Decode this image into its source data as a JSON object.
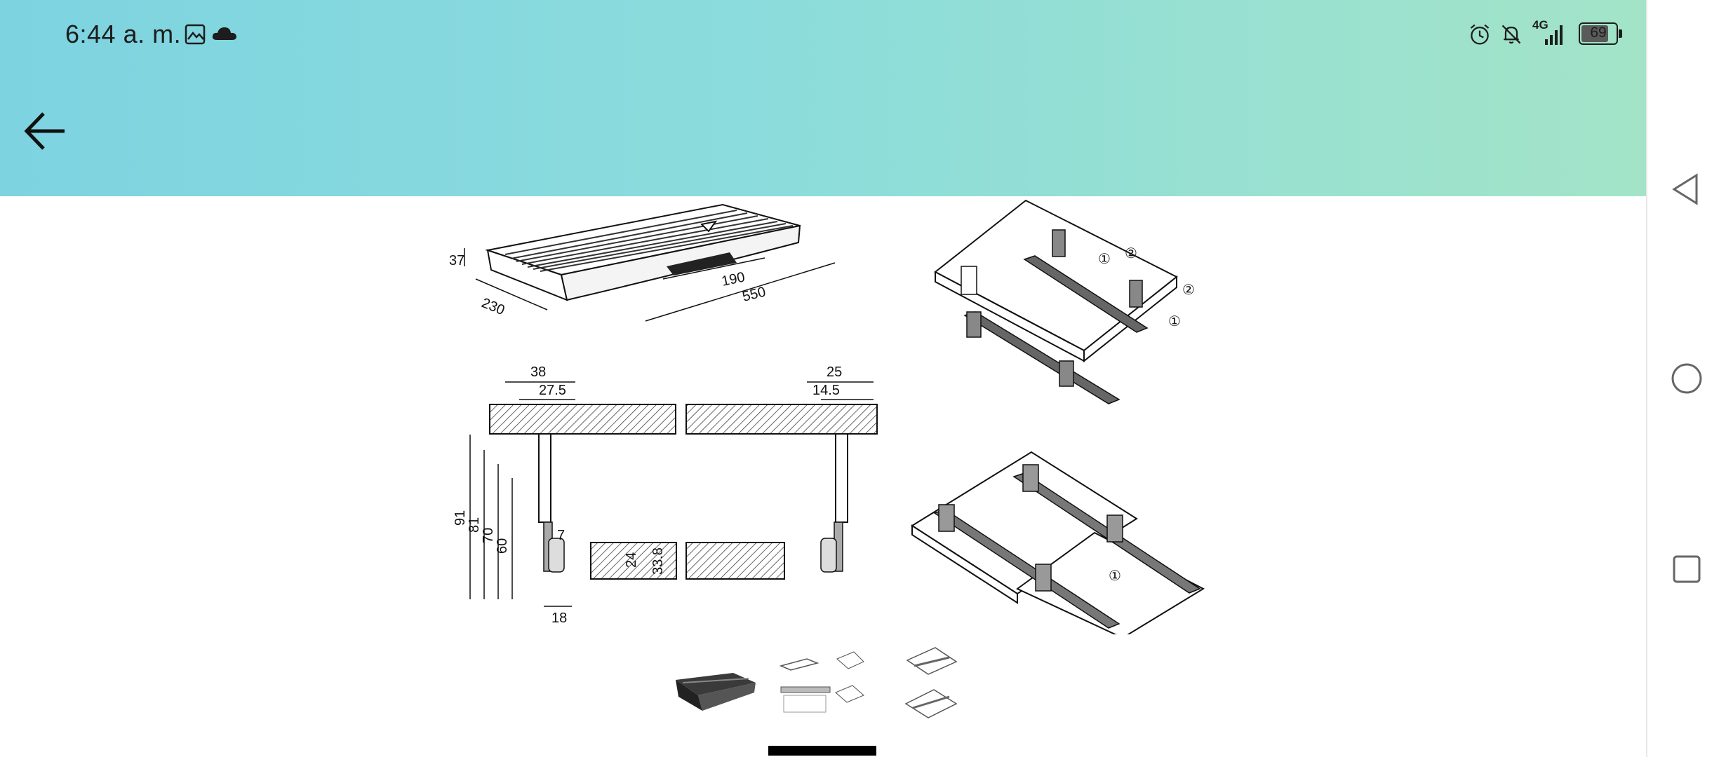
{
  "status_bar": {
    "time": "6:44 a. m.",
    "left_icons": [
      "gallery-icon",
      "cloud-icon"
    ],
    "right_icons": [
      "alarm-icon",
      "bell-off-icon",
      "signal-4g-icon",
      "battery-icon"
    ],
    "network": "4G",
    "battery": "69"
  },
  "header": {
    "back_icon": "arrow-left-icon",
    "gradient": [
      "#7dd3e0",
      "#a3e4c8"
    ]
  },
  "drawing": {
    "dims": {
      "height_37": "37",
      "depth_230": "230",
      "d190": "190",
      "d550": "550",
      "d38": "38",
      "d27_5": "27.5",
      "d25": "25",
      "d14_5": "14.5",
      "d91": "91",
      "d81": "81",
      "d70": "70",
      "d60": "60",
      "d7": "7",
      "d24": "24",
      "d33_8": "33.8",
      "d18": "18"
    },
    "callouts": {
      "c1": "①",
      "c2": "②"
    }
  },
  "thumbnails": [
    {
      "name": "thumbnail-product-photo"
    },
    {
      "name": "thumbnail-dimension-drawing"
    },
    {
      "name": "thumbnail-assembly-drawing"
    }
  ],
  "nav_bar": {
    "icons": [
      "back-triangle-icon",
      "home-circle-icon",
      "recents-square-icon"
    ]
  }
}
